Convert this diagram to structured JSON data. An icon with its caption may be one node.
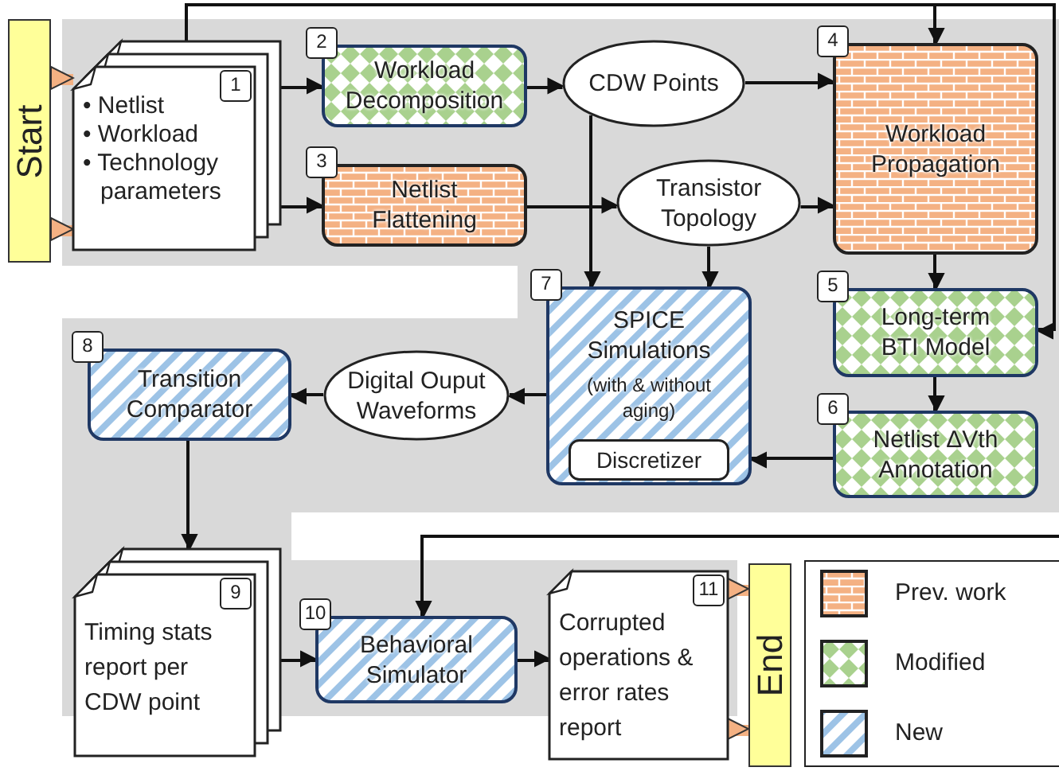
{
  "diagram": {
    "nodes": [
      {
        "text": [
          "Start"
        ]
      },
      {
        "text": [
          "1",
          "• Netlist",
          "• Workload",
          "• Technology parameters"
        ]
      },
      {
        "text": [
          "2",
          "Workload Decomposition"
        ]
      },
      {
        "text": [
          "3",
          "Netlist Flattening"
        ]
      },
      {
        "text": [
          "CDW Points"
        ]
      },
      {
        "text": [
          "Transistor Topology"
        ]
      },
      {
        "text": [
          "4",
          "Workload Propagation"
        ]
      },
      {
        "text": [
          "5",
          "Long-term BTI Model"
        ]
      },
      {
        "text": [
          "6",
          "Netlist ΔVth Annotation"
        ]
      },
      {
        "text": [
          "7",
          "SPICE Simulations",
          "(with & without aging)"
        ]
      },
      {
        "text": [
          "Discretizer"
        ],
        "in": 9
      },
      {
        "text": [
          "Digital Ouput Waveforms"
        ]
      },
      {
        "text": [
          "8",
          "Transition Comparator"
        ]
      },
      {
        "text": [
          "9",
          "Timing stats report per CDW point"
        ]
      },
      {
        "text": [
          "10",
          "Behavioral Simulator"
        ]
      },
      {
        "text": [
          "11",
          "Corrupted operations & error rates report"
        ]
      },
      {
        "text": [
          "End"
        ]
      }
    ],
    "edges": [
      {
        "from": 0,
        "to": 1,
        "arrow": "to",
        "style": "thick",
        "color": "#f4b183"
      },
      {
        "from": 0,
        "to": 1,
        "arrow": "to",
        "style": "thick",
        "color": "#f4b183"
      },
      {
        "from": 1,
        "to": 2,
        "arrow": "to"
      },
      {
        "from": 1,
        "to": 3,
        "arrow": "to"
      },
      {
        "from": 1,
        "to": 6,
        "arrow": "to"
      },
      {
        "from": 1,
        "to": 7,
        "arrow": "to"
      },
      {
        "from": 2,
        "to": 4,
        "arrow": "to"
      },
      {
        "from": 4,
        "to": 6,
        "arrow": "to"
      },
      {
        "from": 4,
        "to": 9,
        "arrow": "to"
      },
      {
        "from": 3,
        "to": 5,
        "arrow": "to"
      },
      {
        "from": 5,
        "to": 6,
        "arrow": "to"
      },
      {
        "from": 5,
        "to": 9,
        "arrow": "to"
      },
      {
        "from": 6,
        "to": 7,
        "arrow": "to"
      },
      {
        "from": 7,
        "to": 8,
        "arrow": "to"
      },
      {
        "from": 8,
        "to": 9,
        "arrow": "to"
      },
      {
        "from": 9,
        "to": 11,
        "arrow": "to"
      },
      {
        "from": 11,
        "to": 12,
        "arrow": "to"
      },
      {
        "from": 12,
        "to": 13,
        "arrow": "to"
      },
      {
        "from": 13,
        "to": 14,
        "arrow": "to"
      },
      {
        "from": 14,
        "to": 15,
        "arrow": "to"
      },
      {
        "from": null,
        "to": 14,
        "arrow": "to"
      },
      {
        "from": 15,
        "to": 16,
        "arrow": "to",
        "style": "thick",
        "color": "#f4b183"
      },
      {
        "from": 15,
        "to": 16,
        "arrow": "to",
        "style": "thick",
        "color": "#f4b183"
      }
    ],
    "legend": [
      {
        "text": "Prev. work"
      },
      {
        "text": "Modified"
      },
      {
        "text": "New"
      }
    ]
  }
}
